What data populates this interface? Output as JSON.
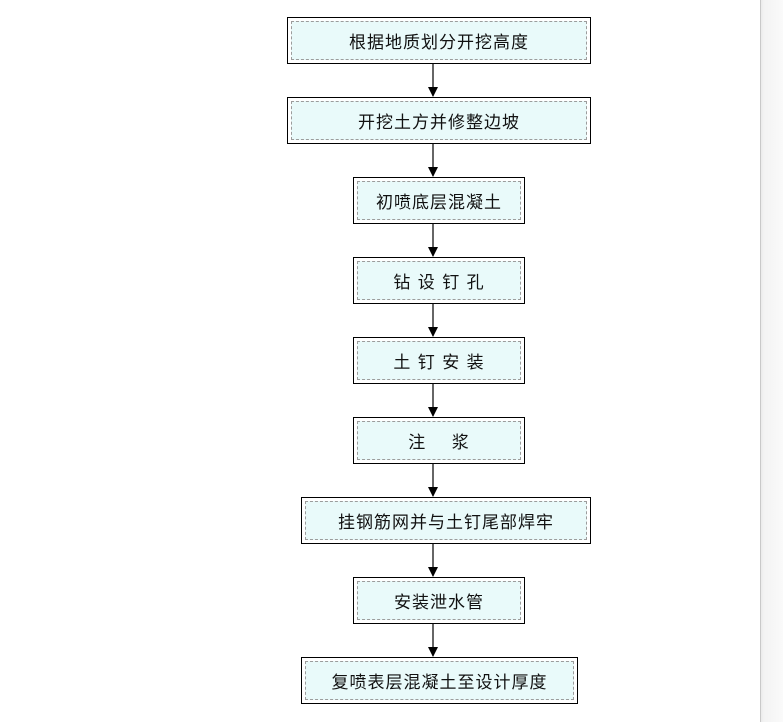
{
  "flowchart": {
    "steps": [
      "根据地质划分开挖高度",
      "开挖土方并修整边坡",
      "初喷底层混凝土",
      "钻 设 钉 孔",
      "土 钉 安 装",
      "注    浆",
      "挂钢筋网并与土钉尾部焊牢",
      "安装泄水管",
      "复喷表层混凝土至设计厚度"
    ],
    "colors": {
      "box_fill": "#e9fafa",
      "box_border": "#000000",
      "inner_dash": "#9c9c9c",
      "arrow": "#000000"
    }
  }
}
